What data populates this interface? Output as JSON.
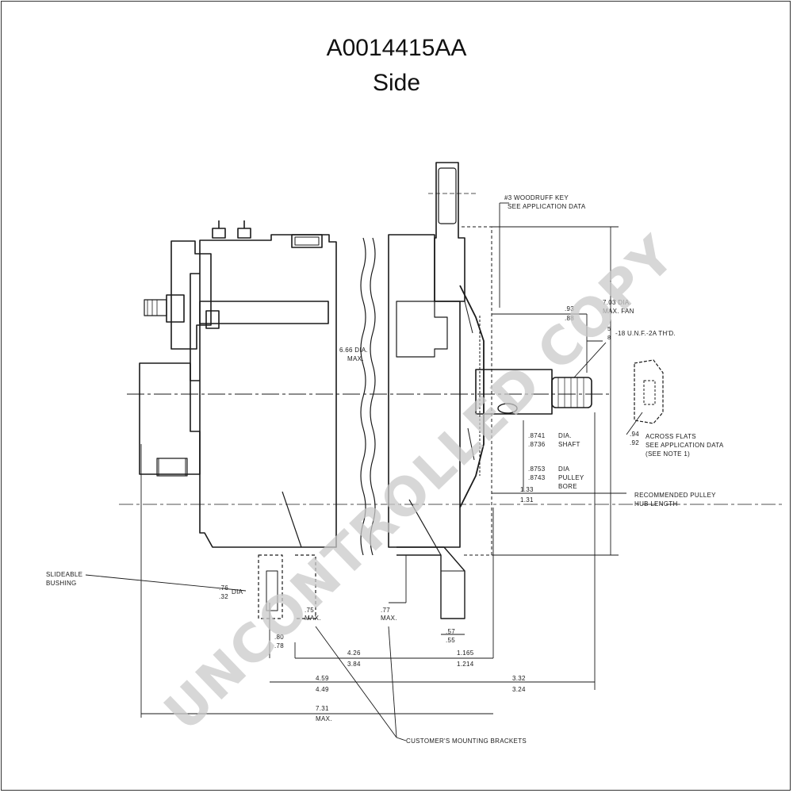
{
  "header": {
    "part_number": "A0014415AA",
    "view": "Side"
  },
  "watermark": "UNCONTROLLED COPY",
  "labels": {
    "woodruff_l1": "#3 WOODRUFF KEY",
    "woodruff_l2": "SEE APPLICATION DATA",
    "fan_dia_l1": "7.03 DIA.",
    "fan_dia_l2": "MAX. FAN",
    "dim_93": ".93",
    "dim_88": ".88",
    "thread_num": "5",
    "thread_den": "8",
    "thread_text": "-18 U.N.F.-2A TH'D.",
    "body_dia_l1": "6.66 DIA.",
    "body_dia_l2": "MAX.",
    "flats_94": ".94",
    "flats_92": ".92",
    "flats_l1": "ACROSS FLATS",
    "flats_l2": "SEE APPLICATION DATA",
    "flats_l3": "(SEE NOTE 1)",
    "shaft_a": ".8741",
    "shaft_b": ".8736",
    "shaft_l1": "DIA.",
    "shaft_l2": "SHAFT",
    "bore_a": ".8753",
    "bore_b": ".8743",
    "bore_l1": "DIA",
    "bore_l2": "PULLEY",
    "bore_l3": "BORE",
    "hub_133": "1.33",
    "hub_131": "1.31",
    "hub_l1": "RECOMMENDED PULLEY",
    "hub_l2": "HUB LENGTH",
    "bushing_l1": "SLIDEABLE",
    "bushing_l2": "BUSHING",
    "dia_76": ".76",
    "dia_32": ".32",
    "dia_word": "DIA",
    "max75_a": ".75",
    "max75_b": "MAX.",
    "max77_a": ".77",
    "max77_b": "MAX.",
    "dim_57": ".57",
    "dim_55": ".55",
    "dim_80": ".80",
    "dim_78": ".78",
    "dim_426": "4.26",
    "dim_384": "3.84",
    "dim_1165": "1.165",
    "dim_1214": "1.214",
    "dim_459": "4.59",
    "dim_449": "4.49",
    "dim_332": "3.32",
    "dim_324": "3.24",
    "dim_731": "7.31",
    "dim_731_max": "MAX.",
    "brackets": "CUSTOMER'S MOUNTING BRACKETS"
  }
}
